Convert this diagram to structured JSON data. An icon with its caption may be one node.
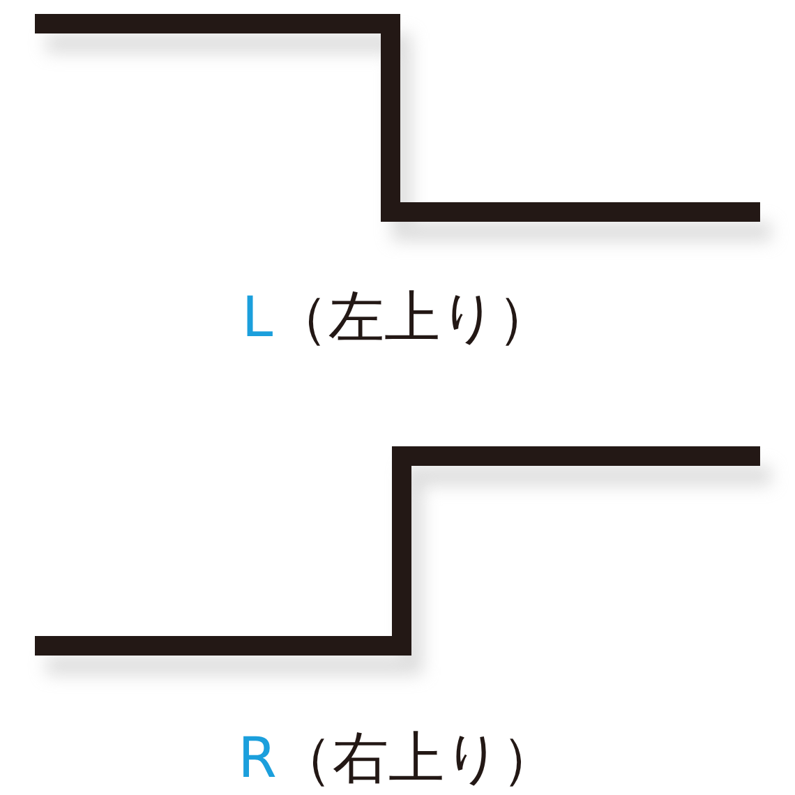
{
  "diagram": {
    "labels": [
      "L",
      "（左上り）",
      "R",
      "（右上り）"
    ]
  }
}
